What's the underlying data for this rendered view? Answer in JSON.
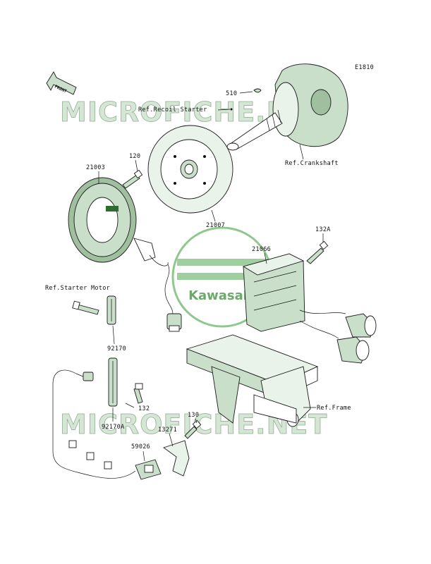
{
  "diagram_code": "E1810",
  "front_label": "FRONT",
  "watermark": {
    "site": "MICROFICHE.NET",
    "brand": "Kawasaki"
  },
  "colors": {
    "part_fill": "#c9dfc9",
    "watermark": "#d6e6d6",
    "logo_green": "#86c086",
    "line": "#111111"
  },
  "labels": {
    "p510": "510",
    "ref_recoil_starter": "Ref.Recoil Starter",
    "ref_crankshaft": "Ref.Crankshaft",
    "p120": "120",
    "p21003": "21003",
    "p21007": "21007",
    "p132a": "132A",
    "p21066": "21066",
    "ref_starter_motor": "Ref.Starter Motor",
    "p92170": "92170",
    "p132": "132",
    "p92170a": "92170A",
    "p13271": "13271",
    "p130": "130",
    "p59026": "59026",
    "ref_frame": "Ref.Frame"
  }
}
